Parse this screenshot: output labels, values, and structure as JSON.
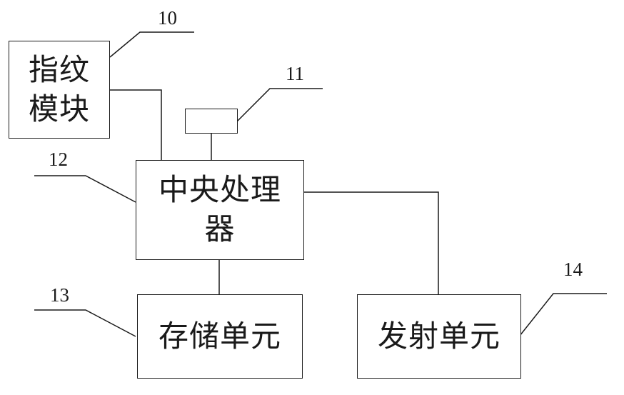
{
  "diagram": {
    "blocks": {
      "fingerprint_module": {
        "label_line1": "指纹",
        "label_line2": "模块"
      },
      "sensor": {
        "label": ""
      },
      "cpu": {
        "label_line1": "中央处理",
        "label_line2": "器"
      },
      "storage_unit": {
        "label": "存储单元"
      },
      "transmit_unit": {
        "label": "发射单元"
      }
    },
    "reference_numerals": {
      "fingerprint_module": "10",
      "sensor": "11",
      "cpu": "12",
      "storage_unit": "13",
      "transmit_unit": "14"
    }
  }
}
